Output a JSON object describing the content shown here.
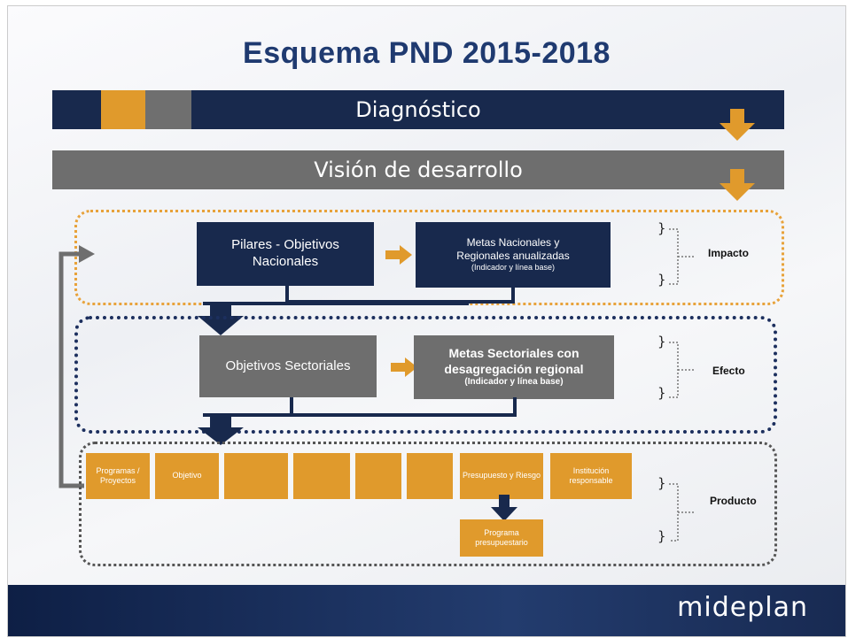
{
  "title": "Esquema PND 2015-2018",
  "bars": {
    "diagnostico": "Diagnóstico",
    "vision": "Visión de desarrollo"
  },
  "impacto": {
    "left_box": "Pilares - Objetivos Nacionales",
    "right_box_title": "Metas Nacionales y Regionales anualizadas",
    "right_box_sub": "(Indicador y línea base)",
    "label": "Impacto"
  },
  "efecto": {
    "left_box": "Objetivos Sectoriales",
    "right_box_title": "Metas Sectoriales con desagregación regional",
    "right_box_sub": "(Indicador y línea base)",
    "label": "Efecto"
  },
  "producto": {
    "cells": [
      "Programas / Proyectos",
      "Objetivo",
      "",
      "",
      "",
      "",
      "Presupuesto y Riesgo",
      "Institución responsable"
    ],
    "sub_box": "Programa presupuestario",
    "label": "Producto"
  },
  "footer": {
    "logo": "mideplan"
  },
  "colors": {
    "navy": "#18294d",
    "orange": "#e09a2c",
    "gray": "#6e6e6e",
    "title": "#1f3a70"
  }
}
